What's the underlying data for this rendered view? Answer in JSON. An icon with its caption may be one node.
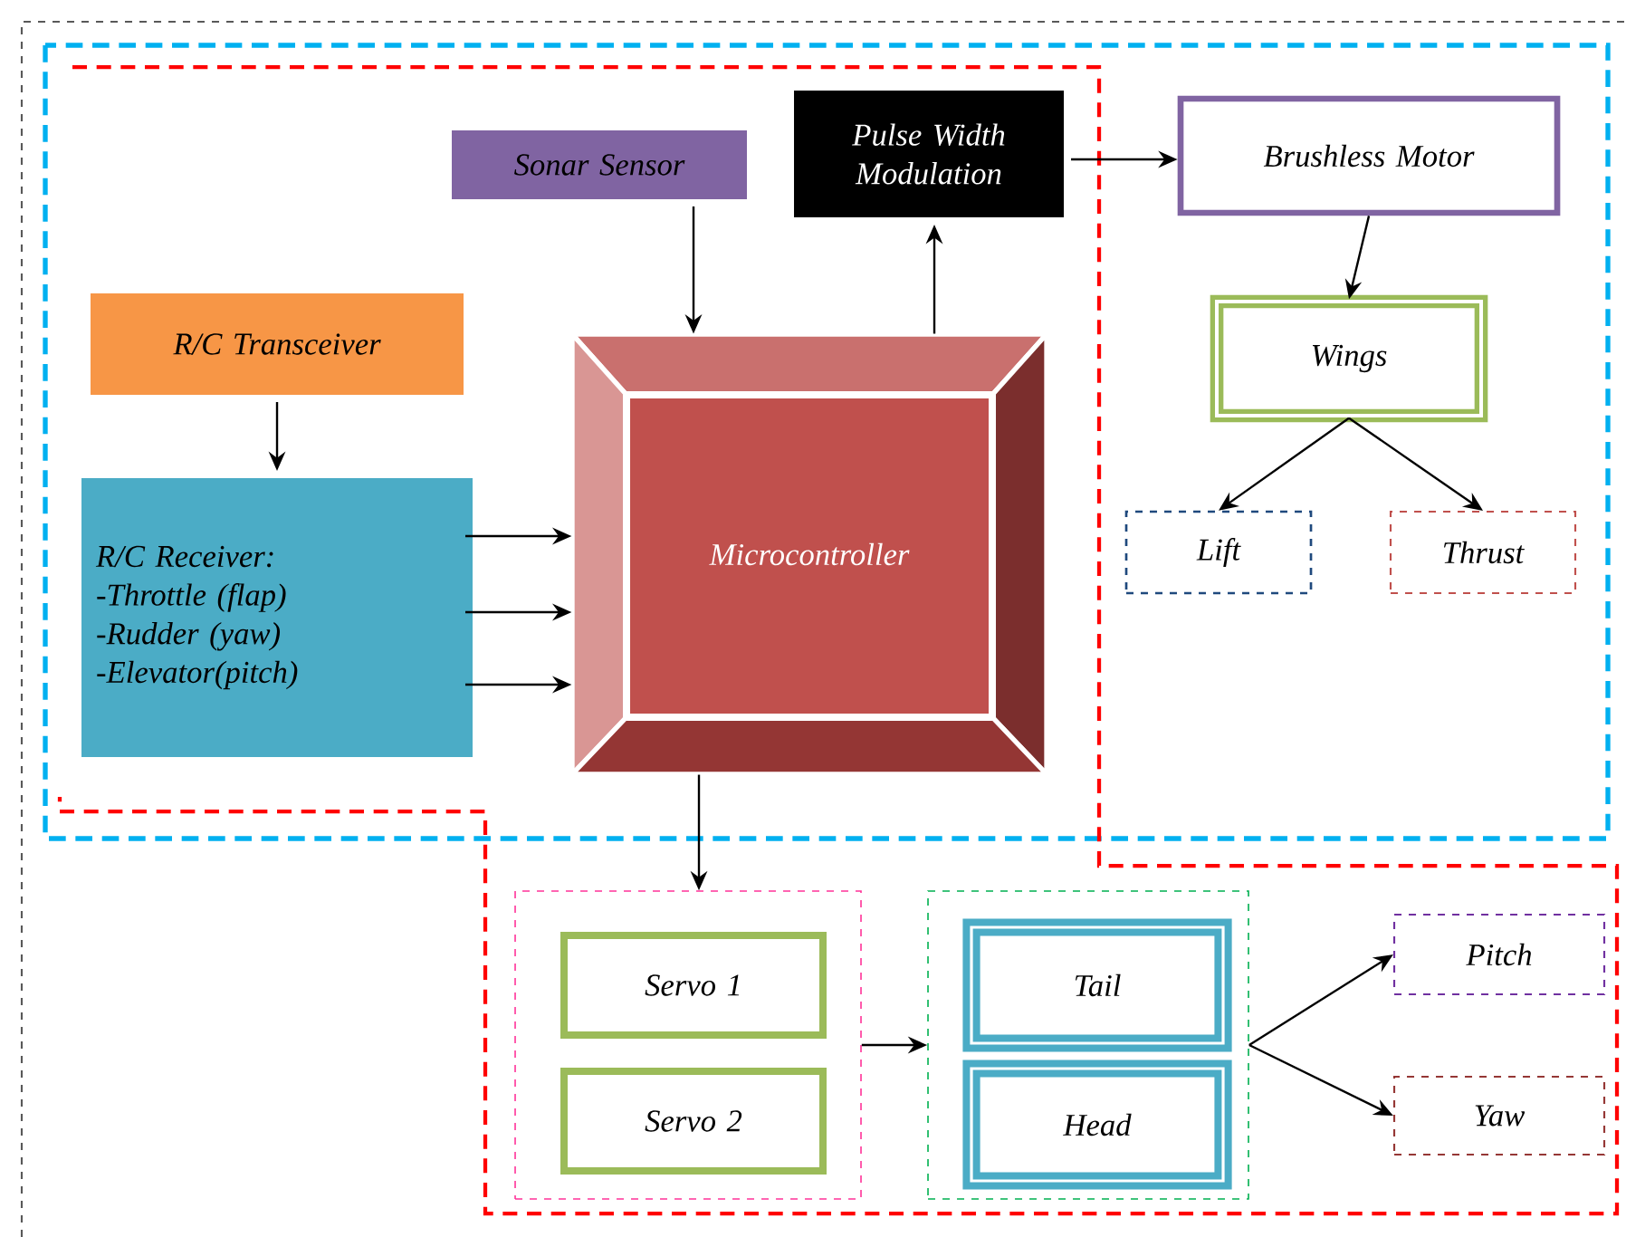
{
  "diagram": {
    "nodes": [
      {
        "text": [
          "Sonar Sensor"
        ]
      },
      {
        "text": [
          "Pulse Width Modulation"
        ]
      },
      {
        "text": [
          "Brushless Motor"
        ]
      },
      {
        "text": [
          "R/C Transceiver"
        ]
      },
      {
        "text": [
          "Microcontroller"
        ]
      },
      {
        "text": [
          "Wings"
        ]
      },
      {
        "text": [
          "R/C Receiver:",
          "-Throttle (flap)",
          "-Rudder (yaw)",
          "-Elevator(pitch)"
        ]
      },
      {
        "text": [
          "Lift"
        ]
      },
      {
        "text": [
          "Thrust"
        ]
      },
      {
        "text": [],
        "shape": "box"
      },
      {
        "text": [
          "Servo 1"
        ],
        "in": 9
      },
      {
        "text": [
          "Servo 2"
        ],
        "in": 9
      },
      {
        "text": [],
        "shape": "box"
      },
      {
        "text": [
          "Tail"
        ],
        "in": 12
      },
      {
        "text": [
          "Head"
        ],
        "in": 12
      },
      {
        "text": [
          "Pitch"
        ]
      },
      {
        "text": [
          "Yaw"
        ]
      }
    ],
    "edges": [
      {
        "from": 0,
        "to": 4,
        "arrow": "to"
      },
      {
        "from": 4,
        "to": 1,
        "arrow": "to"
      },
      {
        "from": 1,
        "to": 2,
        "arrow": "to"
      },
      {
        "from": 3,
        "to": 6,
        "arrow": "to"
      },
      {
        "from": 6,
        "to": 4,
        "arrow": "to"
      },
      {
        "from": 6,
        "to": 4,
        "arrow": "to"
      },
      {
        "from": 6,
        "to": 4,
        "arrow": "to"
      },
      {
        "from": 2,
        "to": 5,
        "arrow": "to"
      },
      {
        "from": 5,
        "to": 7,
        "arrow": "to"
      },
      {
        "from": 5,
        "to": 8,
        "arrow": "to"
      },
      {
        "from": 4,
        "to": 9,
        "arrow": "to"
      },
      {
        "from": 9,
        "to": 12,
        "arrow": "to"
      },
      {
        "from": 12,
        "to": 15,
        "arrow": "to"
      },
      {
        "from": 12,
        "to": 16,
        "arrow": "to"
      }
    ]
  }
}
